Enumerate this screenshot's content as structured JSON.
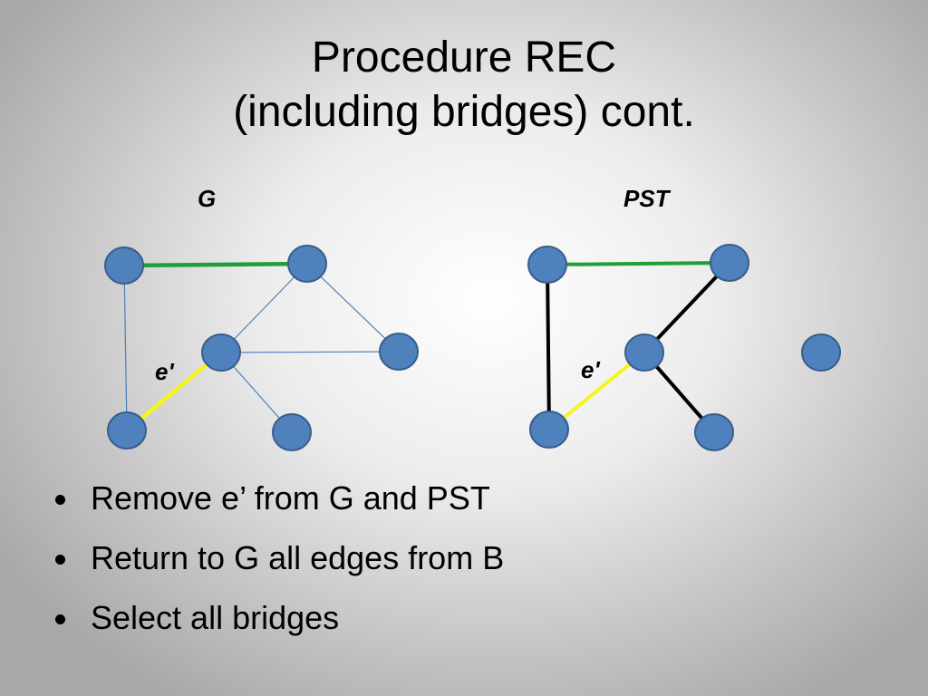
{
  "slide": {
    "title_lines": [
      "Procedure REC",
      "(including bridges) cont."
    ]
  },
  "graphs": {
    "g_label": "G",
    "pst_label": "PST",
    "edge_label": "e'"
  },
  "colors": {
    "node_fill": "#4f81bd",
    "node_stroke": "#385d8a",
    "thin_edge": "#4a7ebb",
    "green_edge": "#1f9e3a",
    "yellow_edge": "#f5f51e",
    "black_edge": "#000000"
  },
  "bullets": [
    "Remove e’ from G and PST",
    "Return to G all edges from B",
    "Select all bridges"
  ]
}
